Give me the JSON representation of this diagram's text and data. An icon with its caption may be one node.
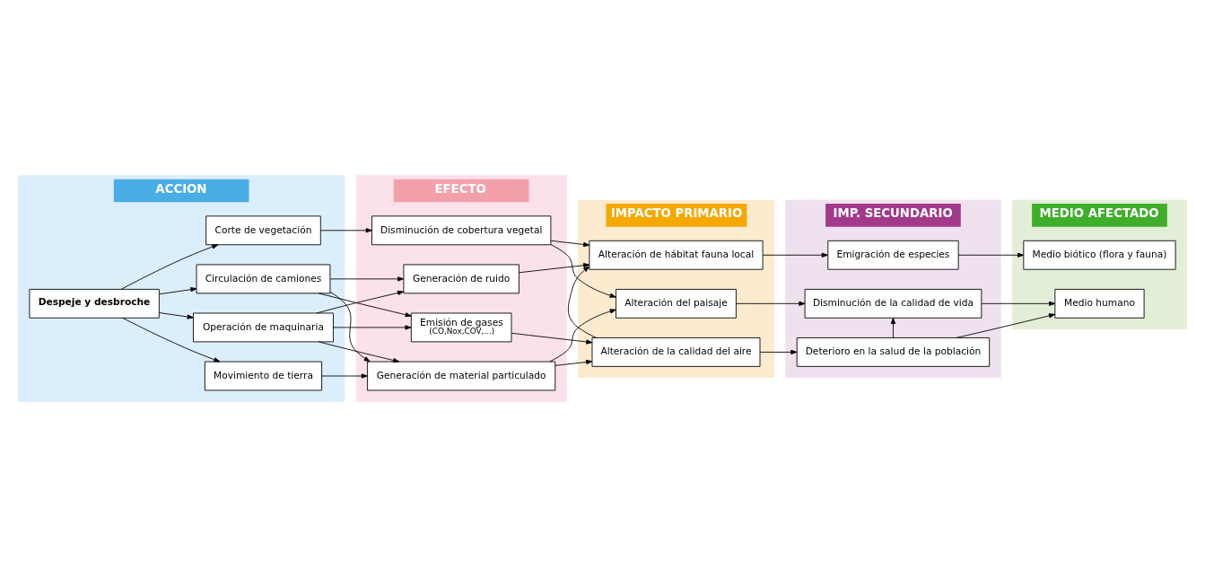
{
  "diagram": {
    "nodes": [
      {
        "text": [
          "ACCION"
        ]
      },
      {
        "text": [
          "Despeje y desbroche"
        ],
        "in": 0
      },
      {
        "text": [
          "Operación de maquinaria"
        ],
        "in": 0
      },
      {
        "text": [
          "Corte de vegetación"
        ],
        "in": 0
      },
      {
        "text": [
          "Movimiento de tierra"
        ],
        "in": 0
      },
      {
        "text": [
          "Circulación de camiones"
        ],
        "in": 0
      },
      {
        "text": [
          "EFECTO"
        ]
      },
      {
        "text": [
          "Generación de ruido"
        ],
        "in": 6
      },
      {
        "text": [
          "Emisión de gases",
          "(CO,Nox,COV,...)"
        ],
        "in": 6
      },
      {
        "text": [
          "Generación de material particulado"
        ],
        "in": 6
      },
      {
        "text": [
          "Disminución de cobertura vegetal"
        ],
        "in": 6
      },
      {
        "text": [
          "IMPACTO PRIMARIO"
        ]
      },
      {
        "text": [
          "Alteración de hábitat fauna local"
        ],
        "in": 11
      },
      {
        "text": [
          "Alteración de la calidad del aire"
        ],
        "in": 11
      },
      {
        "text": [
          "Alteración del paisaje"
        ],
        "in": 11
      },
      {
        "text": [
          "IMP. SECUNDARIO"
        ]
      },
      {
        "text": [
          "Emigración de especies"
        ],
        "in": 15
      },
      {
        "text": [
          "Deterioro en la salud de la población"
        ],
        "in": 15
      },
      {
        "text": [
          "Disminución de la calidad de vida"
        ],
        "in": 15
      },
      {
        "text": [
          "MEDIO AFECTADO"
        ]
      },
      {
        "text": [
          "Medio biótico (flora y fauna)"
        ],
        "in": 19
      },
      {
        "text": [
          "Medio humano"
        ],
        "in": 19
      }
    ],
    "edges": [
      {
        "from": 1,
        "to": 2,
        "arrow": "to"
      },
      {
        "from": 1,
        "to": 3,
        "arrow": "to"
      },
      {
        "from": 1,
        "to": 4,
        "arrow": "to"
      },
      {
        "from": 1,
        "to": 5,
        "arrow": "to"
      },
      {
        "from": 2,
        "to": 7,
        "arrow": "to"
      },
      {
        "from": 2,
        "to": 8,
        "arrow": "to"
      },
      {
        "from": 2,
        "to": 9,
        "arrow": "to"
      },
      {
        "from": 3,
        "to": 10,
        "arrow": "to"
      },
      {
        "from": 4,
        "to": 9,
        "arrow": "to"
      },
      {
        "from": 5,
        "to": 7,
        "arrow": "to"
      },
      {
        "from": 5,
        "to": 8,
        "arrow": "to"
      },
      {
        "from": 5,
        "to": 9,
        "arrow": "to"
      },
      {
        "from": 7,
        "to": 12,
        "arrow": "to"
      },
      {
        "from": 10,
        "to": 12,
        "arrow": "to"
      },
      {
        "from": 8,
        "to": 13,
        "arrow": "to"
      },
      {
        "from": 9,
        "to": 13,
        "arrow": "to"
      },
      {
        "from": 9,
        "to": 14,
        "arrow": "to"
      },
      {
        "from": 10,
        "to": 14,
        "arrow": "to"
      },
      {
        "from": 13,
        "to": 12,
        "arrow": "to"
      },
      {
        "from": 12,
        "to": 16,
        "arrow": "to"
      },
      {
        "from": 13,
        "to": 17,
        "arrow": "to"
      },
      {
        "from": 14,
        "to": 18,
        "arrow": "to"
      },
      {
        "from": 17,
        "to": 18,
        "arrow": "to"
      },
      {
        "from": 16,
        "to": 20,
        "arrow": "to"
      },
      {
        "from": 17,
        "to": 21,
        "arrow": "to"
      },
      {
        "from": 18,
        "to": 21,
        "arrow": "to"
      }
    ]
  }
}
